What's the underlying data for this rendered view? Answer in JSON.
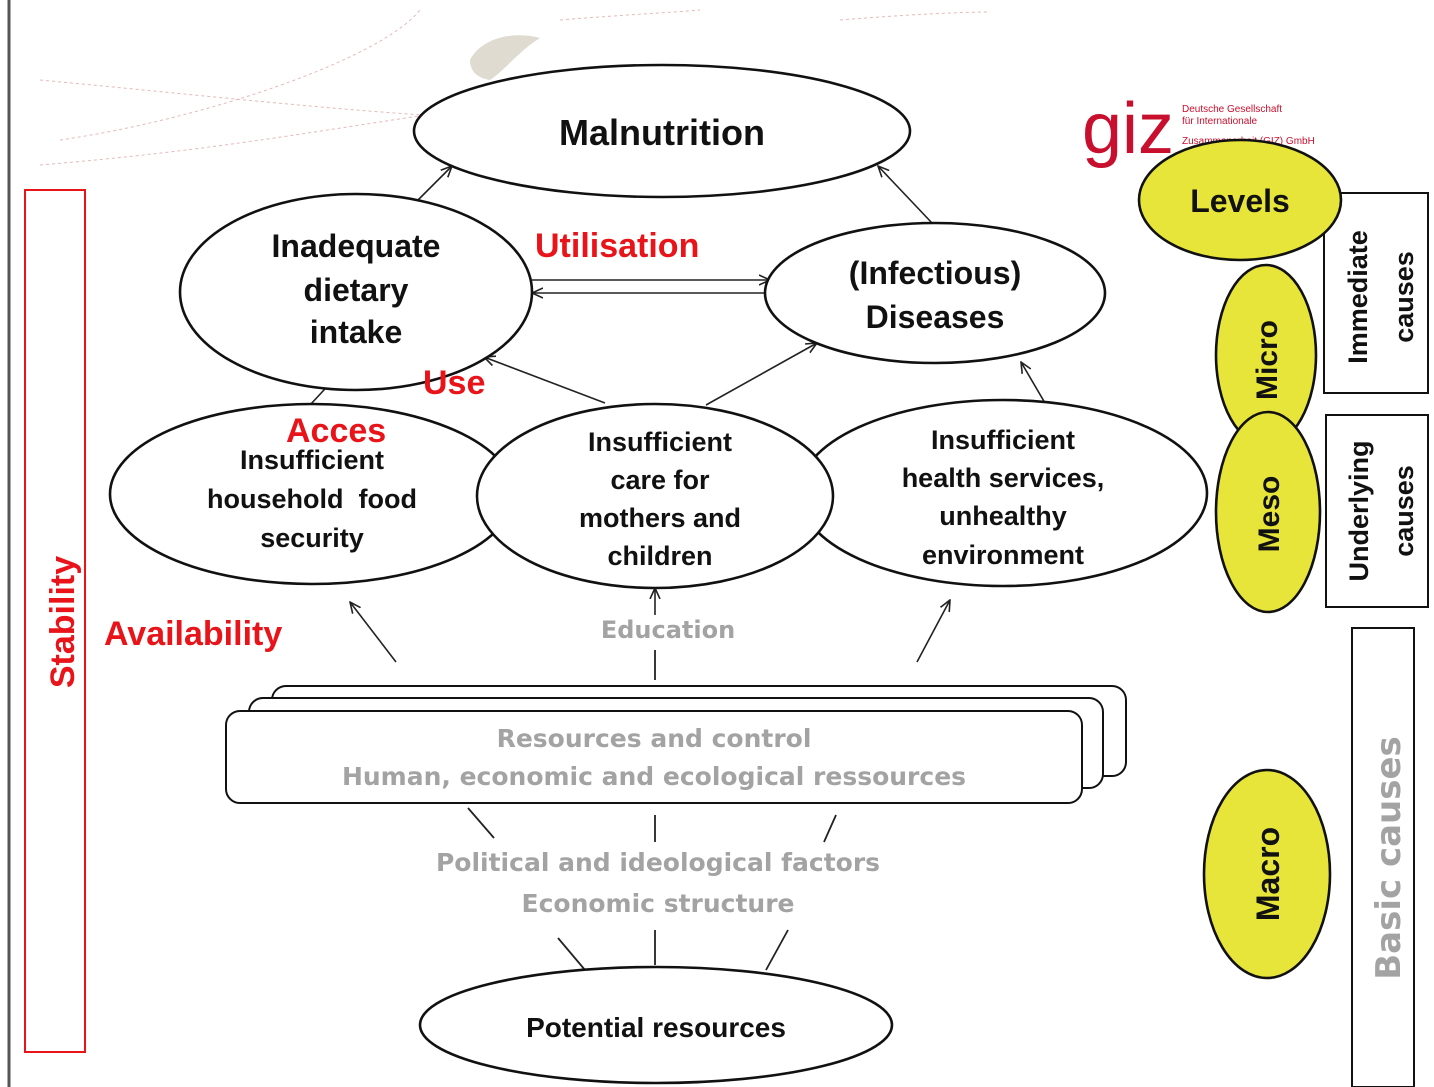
{
  "diagram": {
    "top": {
      "malnutrition": "Malnutrition"
    },
    "immediate": {
      "dietary": [
        "Inadequate",
        "dietary",
        "intake"
      ],
      "diseases": [
        "(Infectious)",
        "Diseases"
      ]
    },
    "underlying": {
      "food_security": [
        "Insufficient",
        "household  food",
        "security"
      ],
      "care": [
        "Insufficient",
        "care for",
        "mothers and",
        "children"
      ],
      "health": [
        "Insufficient",
        "health services,",
        "unhealthy",
        "environment"
      ]
    },
    "basic": {
      "education": "Education",
      "resources": [
        "Resources and control",
        "Human, economic and ecological ressources"
      ],
      "political": [
        "Political and ideological factors",
        "Economic structure"
      ],
      "potential": "Potential resources"
    },
    "food_security_pillars": {
      "utilisation": "Utilisation",
      "use": "Use",
      "acces": "Acces",
      "availability": "Availability",
      "stability": "Stability"
    },
    "levels": {
      "header": "Levels",
      "micro": "Micro",
      "meso": "Meso",
      "macro": "Macro"
    },
    "cause_labels": {
      "immediate": [
        "Immediate",
        "causes"
      ],
      "underlying": [
        "Underlying",
        "causes"
      ],
      "basic": "Basic causes"
    },
    "logo": {
      "mark": "giz",
      "text": [
        "Deutsche Gesellschaft",
        "für Internationale",
        "Zusammenarbeit (GIZ) GmbH"
      ]
    }
  },
  "colors": {
    "accent_red": "#e8141a",
    "level_yellow": "#e7e43a",
    "muted_grey": "#a3a3a3",
    "logo_red": "#c8102e"
  }
}
